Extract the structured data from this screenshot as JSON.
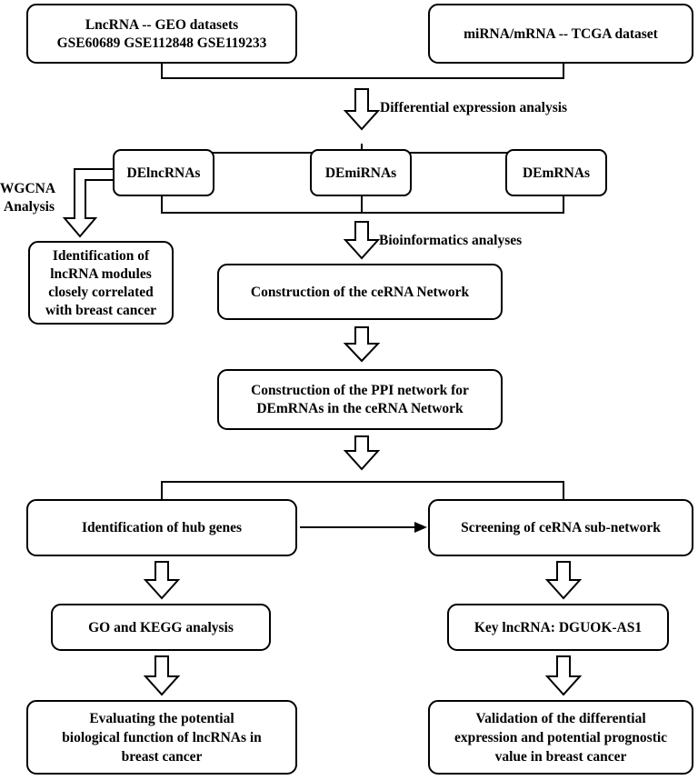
{
  "nodes": {
    "geo": [
      "LncRNA -- GEO datasets",
      "GSE60689 GSE112848 GSE119233"
    ],
    "tcga": [
      "miRNA/mRNA -- TCGA dataset"
    ],
    "delnc": [
      "DElncRNAs"
    ],
    "demi": [
      "DEmiRNAs"
    ],
    "demrna": [
      "DEmRNAs"
    ],
    "modules": [
      "Identification of",
      "lncRNA modules",
      "closely correlated",
      "with breast cancer"
    ],
    "cerna": [
      "Construction of the ceRNA Network"
    ],
    "ppi": [
      "Construction of the PPI network for",
      "DEmRNAs in the ceRNA Network"
    ],
    "hub": [
      "Identification of hub genes"
    ],
    "subnet": [
      "Screening of ceRNA sub-network"
    ],
    "gokegg": [
      "GO and KEGG analysis"
    ],
    "key": [
      "Key lncRNA: DGUOK-AS1"
    ],
    "evaluate": [
      "Evaluating the potential",
      "biological function of lncRNAs in",
      "breast cancer"
    ],
    "validate": [
      "Validation of the differential",
      "expression and potential prognostic",
      "value in breast cancer"
    ]
  },
  "labels": {
    "dea": "Differential expression analysis",
    "bio": "Bioinformatics analyses",
    "wgcna": [
      "WGCNA",
      "Analysis"
    ]
  },
  "colors": {
    "stroke": "#000000",
    "fill": "#ffffff",
    "text": "#000000"
  }
}
